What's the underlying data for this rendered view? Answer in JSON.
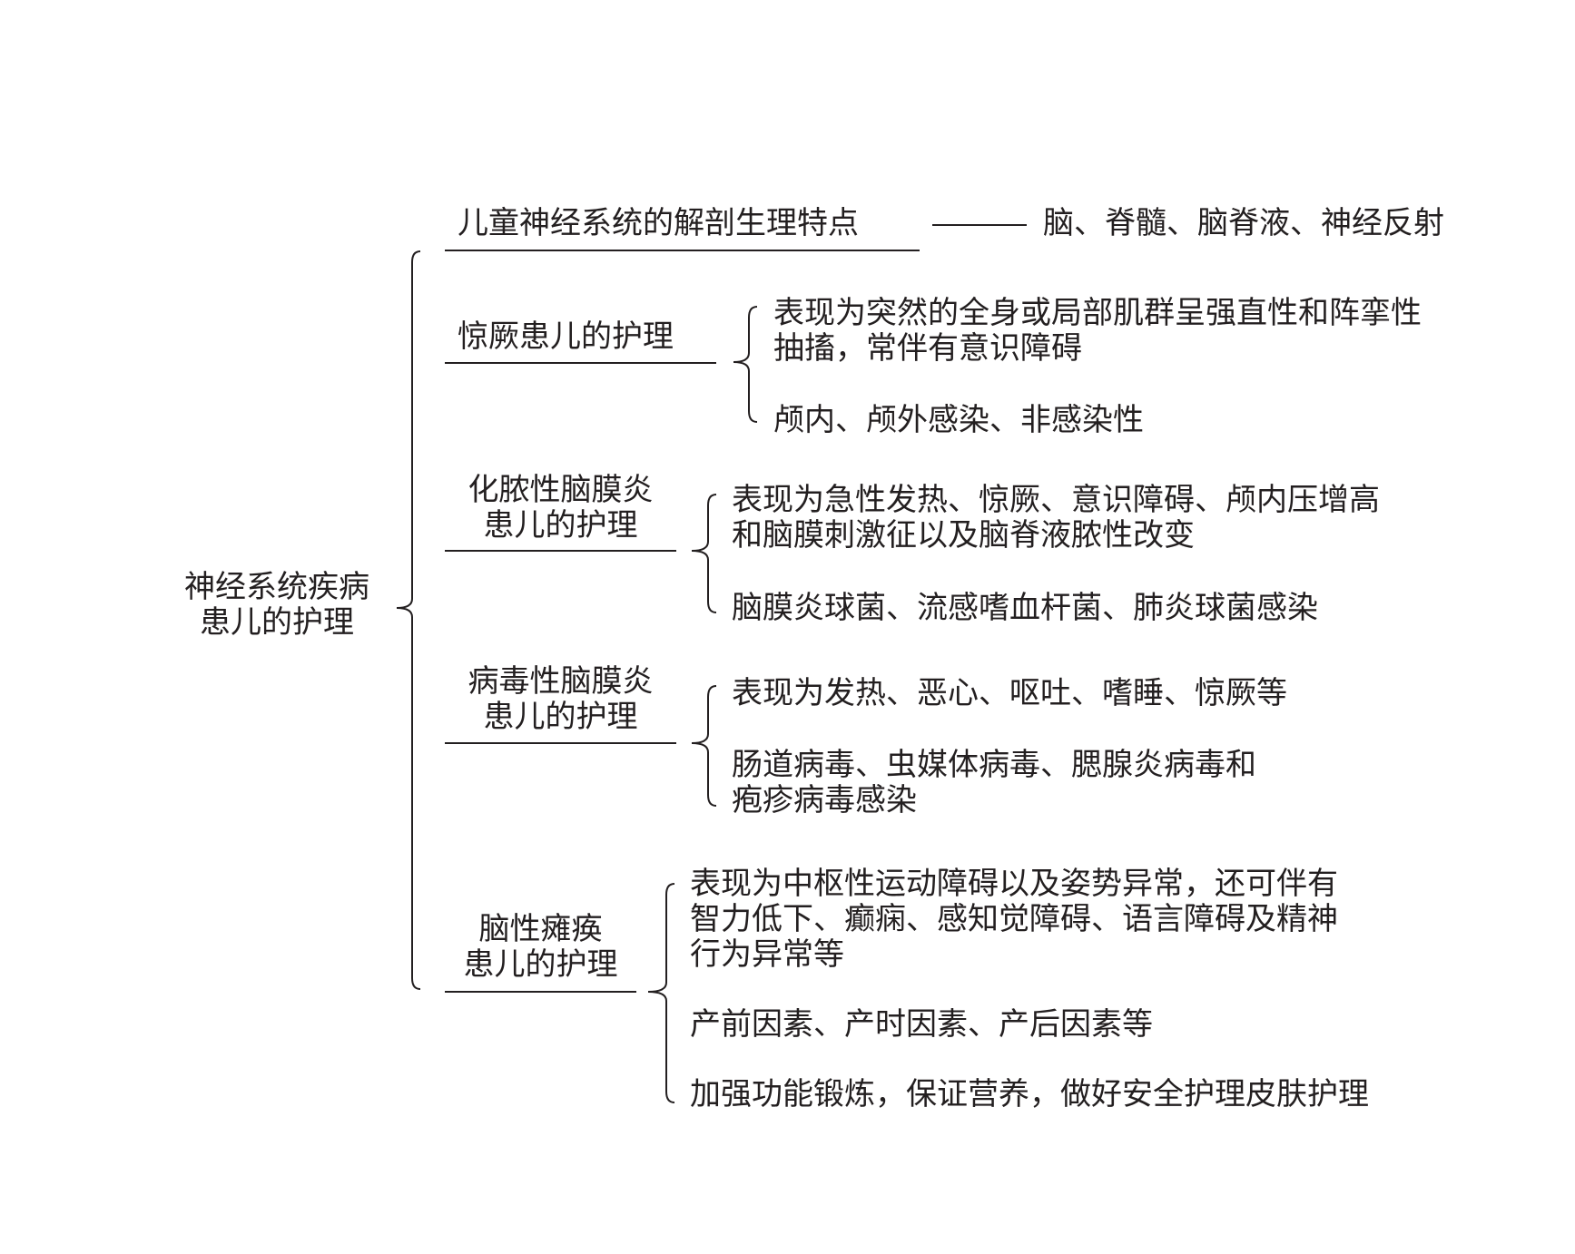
{
  "root": {
    "lines": [
      "神经系统疾病",
      "患儿的护理"
    ]
  },
  "branches": [
    {
      "label": [
        "儿童神经系统的解剖生理特点"
      ],
      "details": [
        [
          "脑、脊髓、脑脊液、神经反射"
        ]
      ]
    },
    {
      "label": [
        "惊厥患儿的护理"
      ],
      "details": [
        [
          "表现为突然的全身或局部肌群呈强直性和阵挛性",
          "抽搐，常伴有意识障碍"
        ],
        [
          "颅内、颅外感染、非感染性"
        ]
      ]
    },
    {
      "label": [
        "化脓性脑膜炎",
        "患儿的护理"
      ],
      "details": [
        [
          "表现为急性发热、惊厥、意识障碍、颅内压增高",
          "和脑膜刺激征以及脑脊液脓性改变"
        ],
        [
          "脑膜炎球菌、流感嗜血杆菌、肺炎球菌感染"
        ]
      ]
    },
    {
      "label": [
        "病毒性脑膜炎",
        "患儿的护理"
      ],
      "details": [
        [
          "表现为发热、恶心、呕吐、嗜睡、惊厥等"
        ],
        [
          "肠道病毒、虫媒体病毒、腮腺炎病毒和",
          "疱疹病毒感染"
        ]
      ]
    },
    {
      "label": [
        "脑性瘫痪",
        "患儿的护理"
      ],
      "details": [
        [
          "表现为中枢性运动障碍以及姿势异常，还可伴有",
          "智力低下、癫痫、感知觉障碍、语言障碍及精神",
          "行为异常等"
        ],
        [
          "产前因素、产时因素、产后因素等"
        ],
        [
          "加强功能锻炼，保证营养，做好安全护理皮肤护理"
        ]
      ]
    }
  ]
}
